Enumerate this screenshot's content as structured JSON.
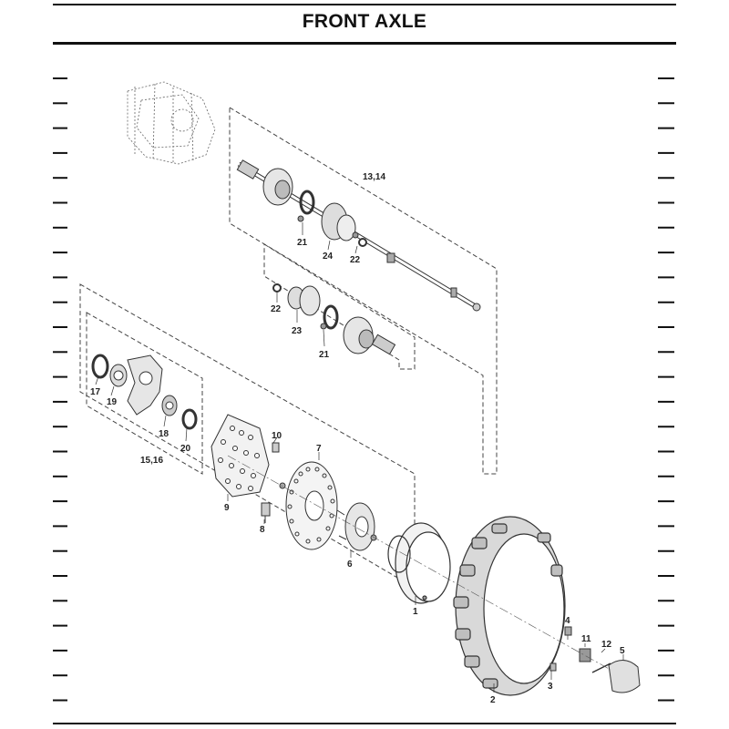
{
  "title": "FRONT AXLE",
  "callouts": {
    "c1314": "13,14",
    "c21a": "21",
    "c24": "24",
    "c22a": "22",
    "c22b": "22",
    "c23": "23",
    "c21b": "21",
    "c17": "17",
    "c19": "19",
    "c18": "18",
    "c20": "20",
    "c1516": "15,16",
    "c10": "10",
    "c7": "7",
    "c9": "9",
    "c8": "8",
    "c6": "6",
    "c1": "1",
    "c4": "4",
    "c11": "11",
    "c12": "12",
    "c5": "5",
    "c3": "3",
    "c2": "2"
  }
}
